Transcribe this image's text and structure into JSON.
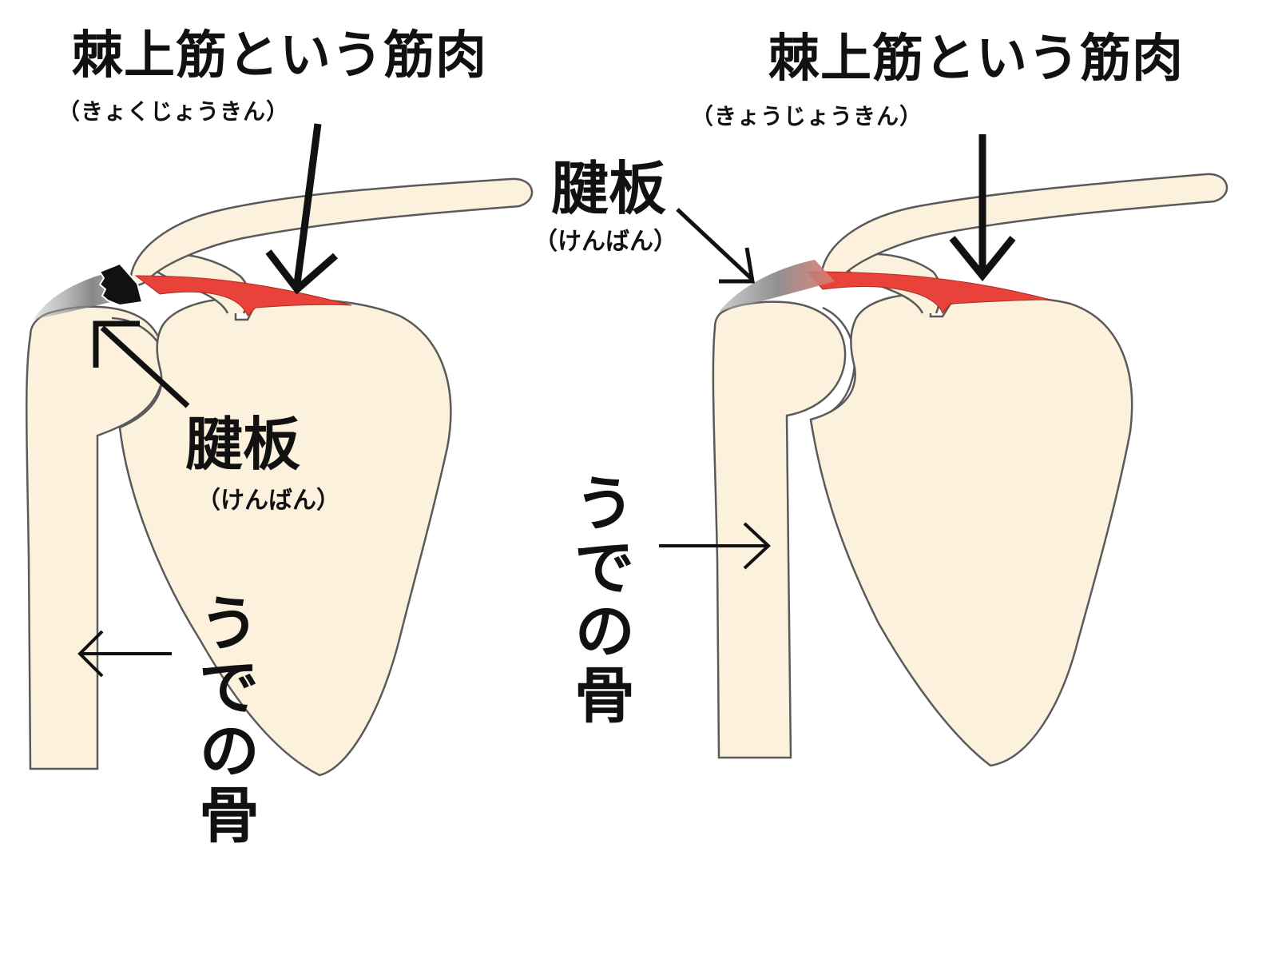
{
  "left_panel": {
    "title": "棘上筋という筋肉",
    "title_reading": "（きょくじょうきん）",
    "tendon_label": "腱板",
    "tendon_reading": "（けんばん）",
    "arm_bone_label": "うでの骨"
  },
  "right_panel": {
    "title": "棘上筋という筋肉",
    "title_reading": "（きょうじょうきん）",
    "tendon_label": "腱板",
    "tendon_reading": "（けんばん）",
    "arm_bone_label": "うでの骨"
  },
  "colors": {
    "bone_fill": "#FBF1DC",
    "bone_stroke": "#5a5a5a",
    "muscle_red": "#E8423A",
    "tendon_gray": "#9a9a9a",
    "tear_black": "#111111",
    "text": "#111111"
  }
}
